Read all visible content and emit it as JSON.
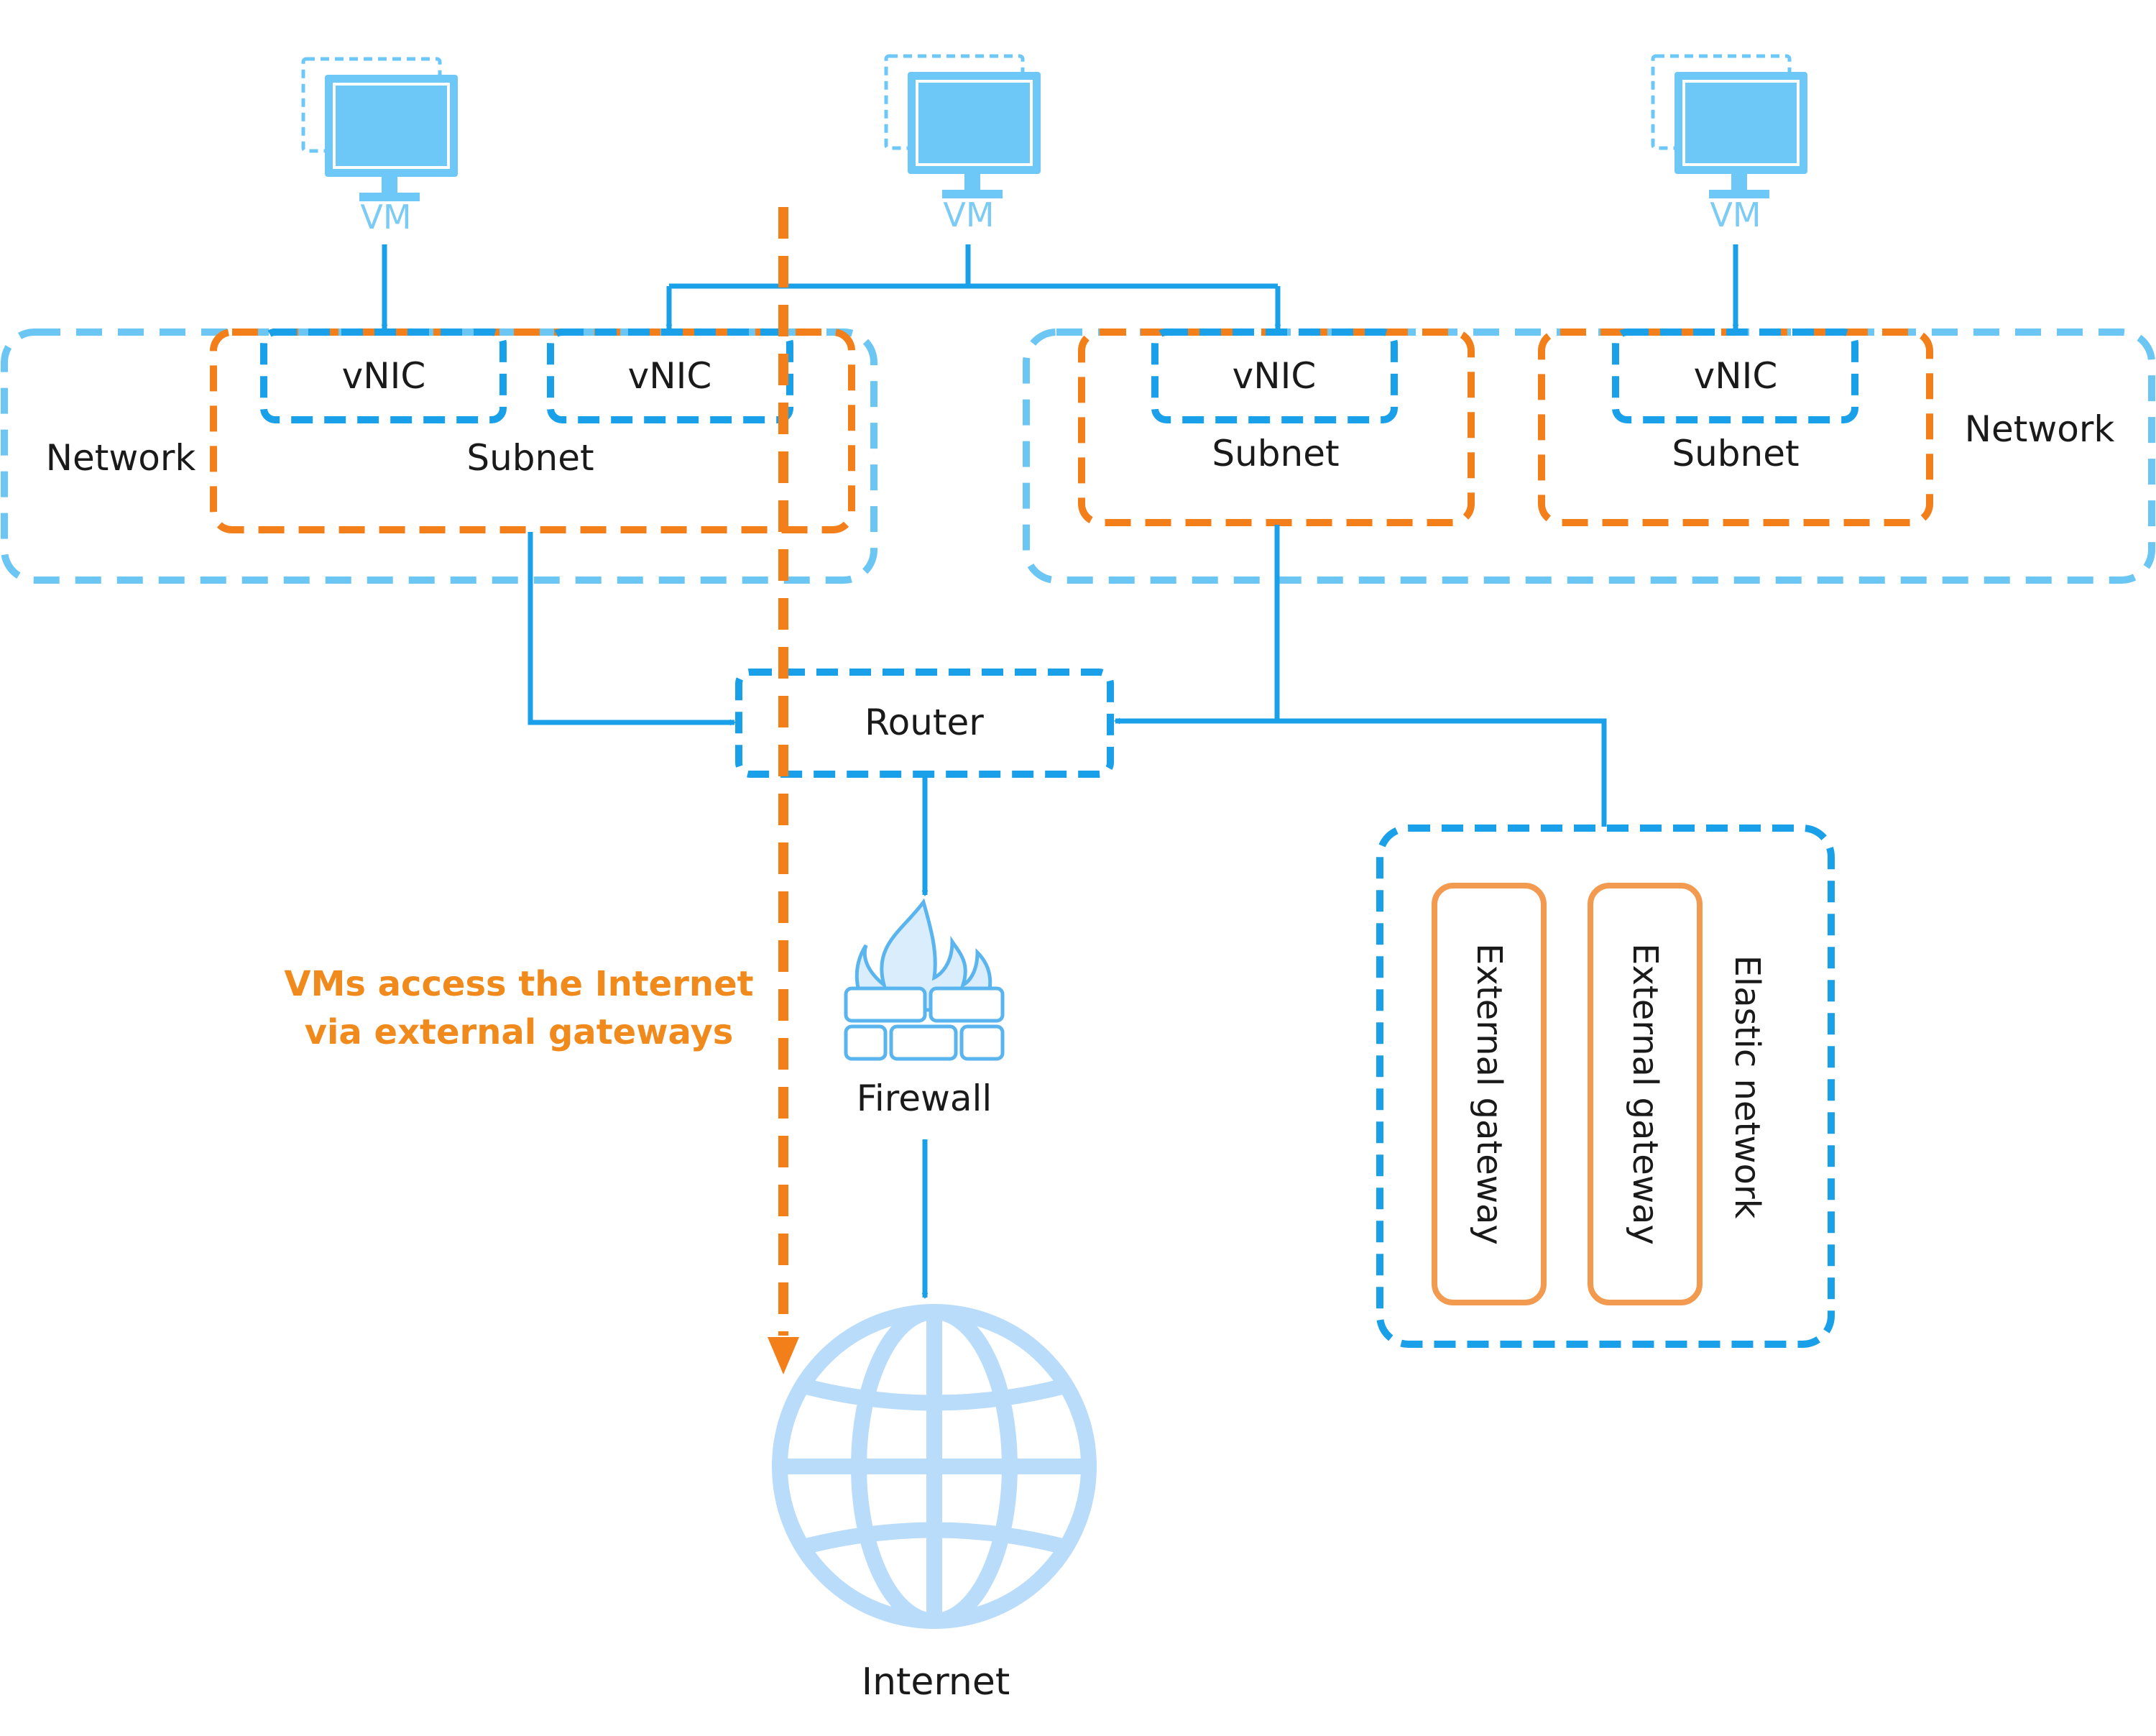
{
  "vms": [
    {
      "label": "VM"
    },
    {
      "label": "VM"
    },
    {
      "label": "VM"
    }
  ],
  "networks": [
    {
      "label": "Network"
    },
    {
      "label": "Network"
    }
  ],
  "subnets": [
    {
      "label": "Subnet"
    },
    {
      "label": "Subnet"
    },
    {
      "label": "Subnet"
    }
  ],
  "vnics": [
    {
      "label": "vNIC"
    },
    {
      "label": "vNIC"
    },
    {
      "label": "vNIC"
    },
    {
      "label": "vNIC"
    }
  ],
  "router": {
    "label": "Router"
  },
  "firewall": {
    "label": "Firewall"
  },
  "internet": {
    "label": "Internet"
  },
  "elastic_network": {
    "label": "Elastic network"
  },
  "external_gateways": [
    {
      "label": "External gateway"
    },
    {
      "label": "External gateway"
    }
  ],
  "note": {
    "line1": "VMs access the Internet",
    "line2": "via external gateways"
  },
  "colors": {
    "blue": "#1aa0e8",
    "light_blue": "#6cc6f4",
    "orange": "#f37f1a",
    "gateway_orange": "#f29a4f",
    "icon_blue": "#6dc8f8",
    "globe_blue": "#b9dcfb"
  }
}
